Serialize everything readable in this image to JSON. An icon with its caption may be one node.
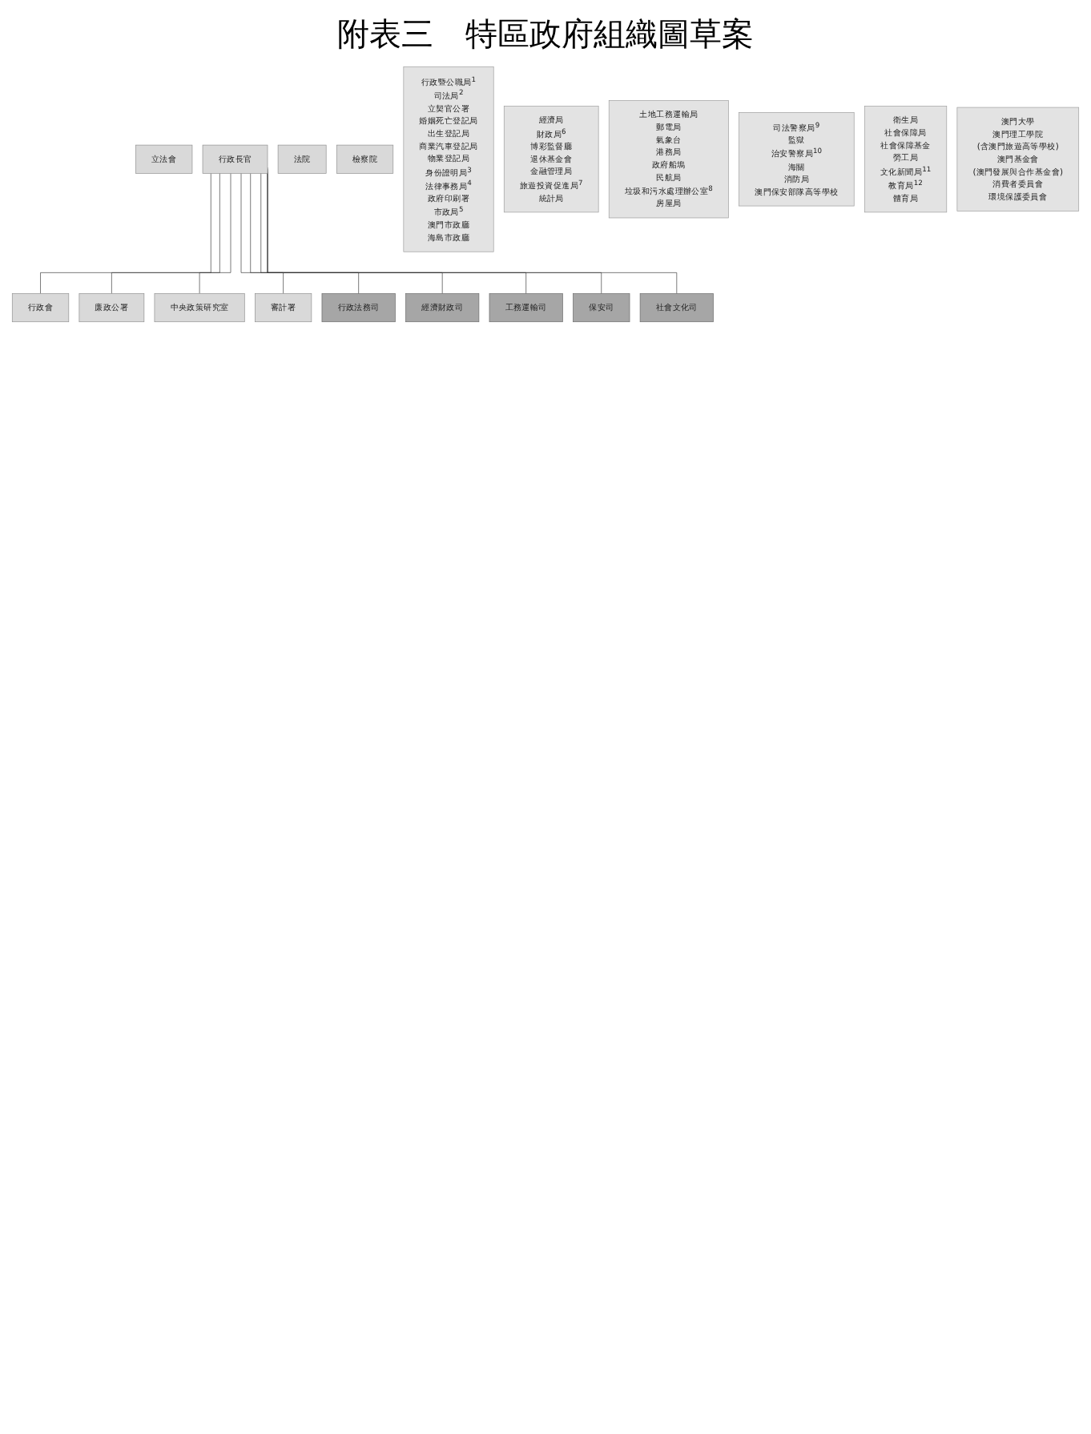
{
  "diagram": {
    "title": "附表三　特區政府組織圖草案",
    "nodes": [
      {
        "text": [
          "立法會"
        ]
      },
      {
        "text": [
          "行政長官"
        ]
      },
      {
        "text": [
          "法院"
        ]
      },
      {
        "text": [
          "檢察院"
        ]
      },
      {
        "text": [
          "行政會"
        ]
      },
      {
        "text": [
          "廉政公署"
        ]
      },
      {
        "text": [
          "中央政策研究室"
        ]
      },
      {
        "text": [
          "審計署"
        ]
      },
      {
        "text": [
          "行政法務司"
        ]
      },
      {
        "text": [
          "經濟財政司"
        ]
      },
      {
        "text": [
          "工務運輸司"
        ]
      },
      {
        "text": [
          "保安司"
        ]
      },
      {
        "text": [
          "社會文化司"
        ]
      },
      {
        "text": [
          "行政暨公職局$^{1}$",
          "司法局$^{2}$",
          "立契官公署",
          "婚姻死亡登記局",
          "出生登記局",
          "商業汽車登記局",
          "物業登記局",
          "身份證明局$^{3}$",
          "法律事務局$^{4}$",
          "政府印刷署",
          "市政局$^{5}$",
          "澳門市政廳",
          "海島市政廳"
        ]
      },
      {
        "text": [
          "經濟局",
          "財政局$^{6}$",
          "博彩監督廳",
          "退休基金會",
          "金融管理局",
          "旅遊投資促進局$^{7}$",
          "統計局"
        ]
      },
      {
        "text": [
          "土地工務運輸局",
          "郵電局",
          "氣象台",
          "港務局",
          "政府船塢",
          "民航局",
          "垃圾和污水處理辦公室$^{8}$",
          "房屋局"
        ]
      },
      {
        "text": [
          "司法警察局$^{9}$",
          "監獄",
          "治安警察局$^{10}$",
          "海關",
          "消防局",
          "澳門保安部隊高等學校"
        ]
      },
      {
        "text": [
          "衛生局",
          "社會保障局",
          "社會保障基金",
          "勞工局",
          "文化新聞局$^{11}$",
          "教育局$^{12}$",
          "體育局"
        ]
      },
      {
        "text": [
          "澳門大學",
          "澳門理工學院",
          "(含澳門旅遊高等學校)",
          "澳門基金會",
          "(澳門發展與合作基金會)",
          "消費者委員會",
          "環境保護委員會"
        ]
      }
    ],
    "edges": [
      {
        "from": 1,
        "to": 4,
        "arrow": "none"
      },
      {
        "from": 1,
        "to": 5,
        "arrow": "none"
      },
      {
        "from": 1,
        "to": 6,
        "arrow": "none"
      },
      {
        "from": 1,
        "to": 7,
        "arrow": "none"
      },
      {
        "from": 1,
        "to": 8,
        "arrow": "none"
      },
      {
        "from": 1,
        "to": 9,
        "arrow": "none"
      },
      {
        "from": 1,
        "to": 10,
        "arrow": "none"
      },
      {
        "from": 1,
        "to": 11,
        "arrow": "none"
      },
      {
        "from": 1,
        "to": 12,
        "arrow": "none"
      }
    ]
  }
}
